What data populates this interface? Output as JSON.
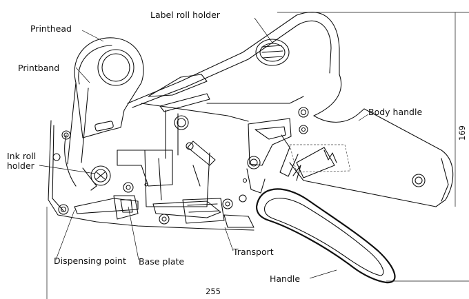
{
  "labels": {
    "printhead": "Printhead",
    "printband": "Printband",
    "label_roll_holder": "Label roll holder",
    "body_handle": "Body handle",
    "ink_roll_holder_line1": "Ink roll",
    "ink_roll_holder_line2": "holder",
    "dispensing_point": "Dispensing point",
    "base_plate": "Base plate",
    "transport": "Transport",
    "handle": "Handle"
  },
  "dimensions": {
    "width": "255",
    "height": "169"
  }
}
